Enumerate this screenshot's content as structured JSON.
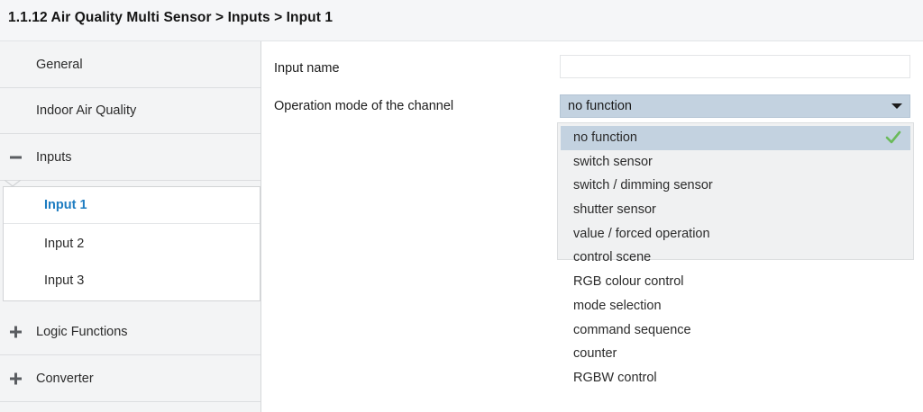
{
  "header": {
    "breadcrumb": "1.1.12 Air Quality Multi Sensor > Inputs > Input 1"
  },
  "sidebar": {
    "items": [
      {
        "label": "General",
        "expander": "none"
      },
      {
        "label": "Indoor Air Quality",
        "expander": "none"
      },
      {
        "label": "Inputs",
        "expander": "minus"
      },
      {
        "label": "Logic Functions",
        "expander": "plus"
      },
      {
        "label": "Converter",
        "expander": "plus"
      }
    ],
    "subitems": [
      {
        "label": "Input 1",
        "selected": true
      },
      {
        "label": "Input 2",
        "selected": false
      },
      {
        "label": "Input 3",
        "selected": false
      }
    ]
  },
  "form": {
    "input_name": {
      "label": "Input name",
      "value": "",
      "placeholder": ""
    },
    "operation_mode": {
      "label": "Operation mode of the channel",
      "selected": "no function",
      "expanded": true,
      "options": [
        "no function",
        "switch sensor",
        "switch / dimming sensor",
        "shutter sensor",
        "value / forced operation",
        "control scene",
        "RGB colour control",
        "mode selection",
        "command sequence",
        "counter",
        "RGBW control"
      ]
    }
  },
  "colors": {
    "header_bg": "#f5f6f8",
    "sidebar_bg": "#f3f4f5",
    "combo_bg": "#c3d2e0",
    "dropdown_bg": "#f0f1f2",
    "selected_link": "#1d7cc1",
    "check_green": "#6aba5a"
  }
}
